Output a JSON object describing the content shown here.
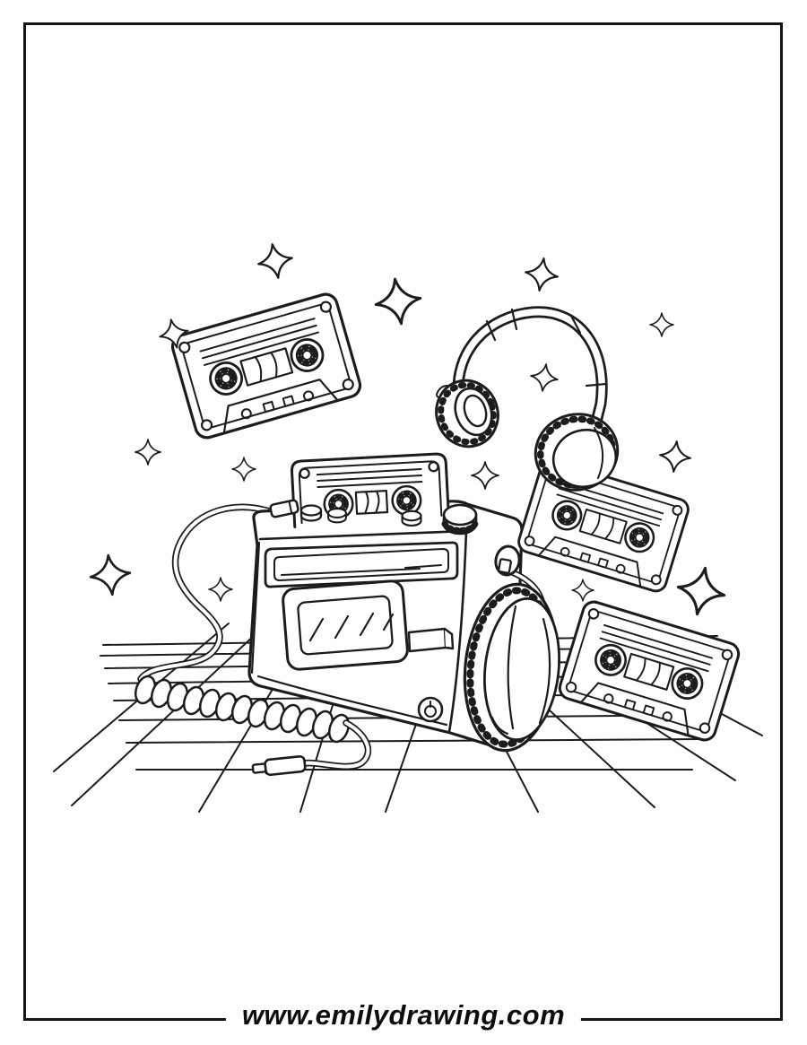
{
  "footer": {
    "url": "www.emilydrawing.com"
  },
  "page": {
    "background_color": "#ffffff",
    "line_color": "#1c1c1c",
    "frame_color": "#141414",
    "style": "black-and-white coloring page line art"
  },
  "illustration": {
    "elements": [
      "portable-cassette-player",
      "cassette-tape-in-slot",
      "headphones",
      "cassette-tape-top-left",
      "cassette-tape-middle-right",
      "cassette-tape-bottom-right",
      "coiled-audio-cable",
      "audio-plug",
      "perspective-grid-floor",
      "sparkle-stars"
    ],
    "sparkle_star_count": 14
  }
}
